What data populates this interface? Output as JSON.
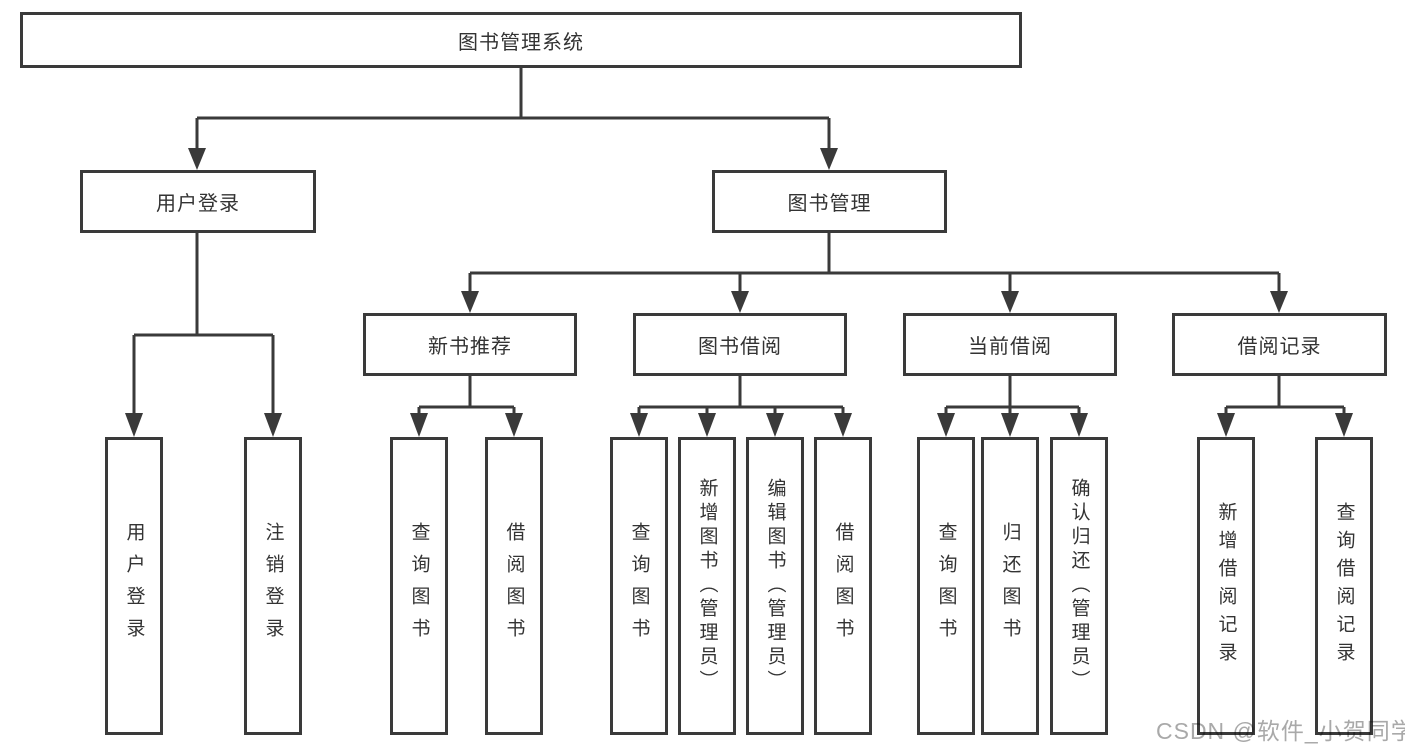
{
  "diagram": {
    "root_label": "图书管理系统",
    "level2": {
      "user_login": "用户登录",
      "book_management": "图书管理"
    },
    "level3": {
      "new_book_recommend": "新书推荐",
      "book_borrowing": "图书借阅",
      "current_borrowing": "当前借阅",
      "borrowing_records": "借阅记录"
    },
    "login_leaves": [
      "用户登录",
      "注销登录"
    ],
    "recommend_leaves": [
      "查询图书",
      "借阅图书"
    ],
    "borrow_leaves": [
      "查询图书",
      "新增图书（管理员）",
      "编辑图书（管理员）",
      "借阅图书"
    ],
    "current_leaves": [
      "查询图书",
      "归还图书",
      "确认归还（管理员）"
    ],
    "record_leaves": [
      "新增借阅记录",
      "查询借阅记录"
    ],
    "watermark": "CSDN @软件_小贺同学",
    "colors": {
      "line": "#3a3a3a",
      "text": "#333333",
      "watermark": "#a9a9a9",
      "background": "#ffffff"
    }
  }
}
